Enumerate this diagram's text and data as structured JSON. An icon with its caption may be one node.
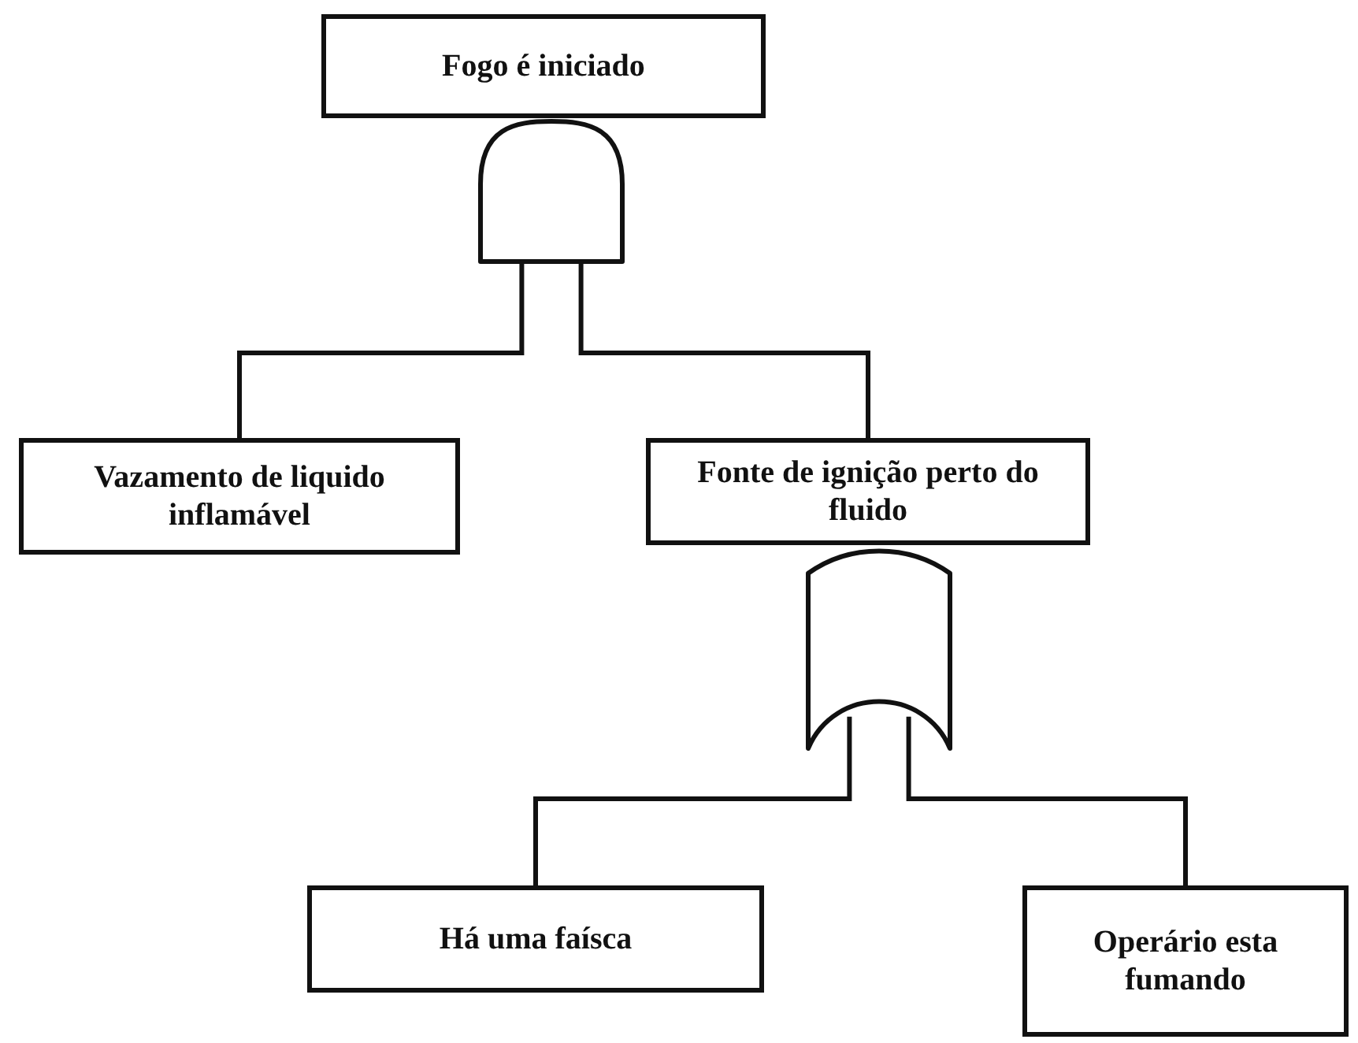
{
  "diagram": {
    "nodes": [
      {
        "text": [
          "Fogo é iniciado"
        ]
      },
      {
        "text": [],
        "shape": "gate"
      },
      {
        "text": [
          "Vazamento de liquido inflamável"
        ]
      },
      {
        "text": [
          "Fonte de ignição perto do fluido"
        ]
      },
      {
        "text": [],
        "shape": "gate"
      },
      {
        "text": [
          "Há uma faísca"
        ]
      },
      {
        "text": [
          "Operário esta fumando"
        ]
      }
    ],
    "edges": [
      {
        "from": 1,
        "to": 2,
        "arrow": "none"
      },
      {
        "from": 1,
        "to": 3,
        "arrow": "none"
      },
      {
        "from": 4,
        "to": 5,
        "arrow": "none"
      },
      {
        "from": 4,
        "to": 6,
        "arrow": "none"
      }
    ]
  }
}
